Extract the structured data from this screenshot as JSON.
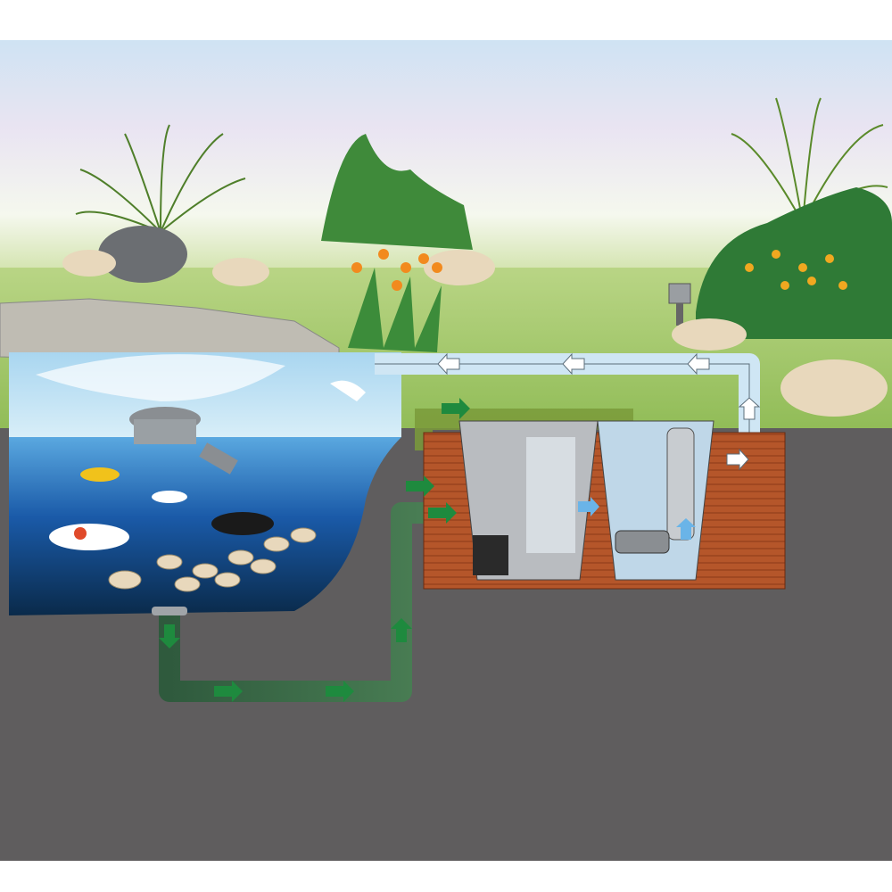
{
  "colors": {
    "sky_top": "#d6e6f3",
    "sky_bottom": "#f3f7ea",
    "grass": "#a6c86a",
    "ground": "#5f5d5e",
    "water_surface": "#bfe1f3",
    "water_deep": "#0f3f86",
    "intake_pipe": "#3d6e4c",
    "return_pipe": "#cfe6f4",
    "flow_arrow_green": "#1e8a3e",
    "wood_box": "#b5562a",
    "filter_body": "#b9bcc0"
  },
  "icons": [
    "flow-arrow",
    "fish",
    "fountain",
    "uv-clarifier",
    "pump",
    "bottom-drain"
  ]
}
